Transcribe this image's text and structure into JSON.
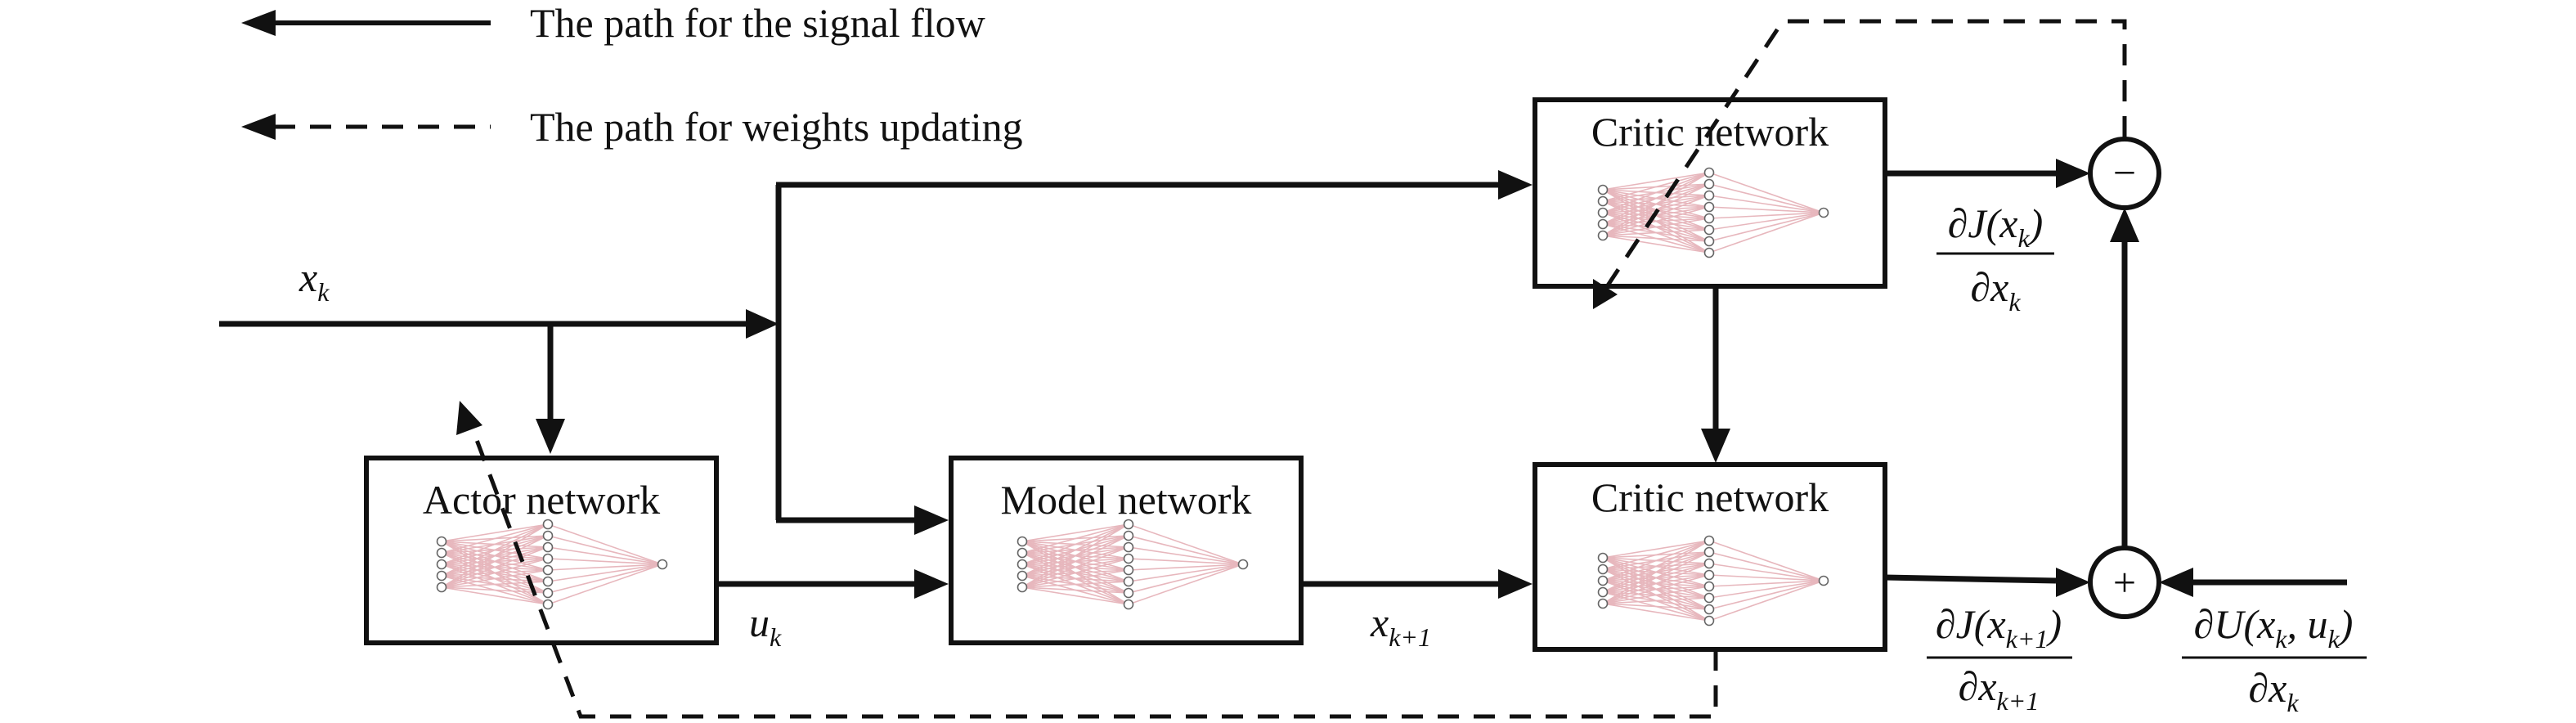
{
  "legend": {
    "signal_flow": "The path for the signal flow",
    "weights_updating": "The path for weights updating"
  },
  "blocks": {
    "actor": "Actor network",
    "model": "Model network",
    "critic_top": "Critic network",
    "critic_bottom": "Critic network"
  },
  "signals": {
    "x_main": "x",
    "x_sub": "k",
    "u_main": "u",
    "u_sub": "k",
    "xk1_main": "x",
    "xk1_sub": "k+1"
  },
  "derivatives": {
    "top": {
      "num_a": "∂J(x",
      "num_sub": "k",
      "num_b": ")",
      "den_a": "∂x",
      "den_sub": "k"
    },
    "mid": {
      "num_a": "∂J(x",
      "num_sub": "k+1",
      "num_b": ")",
      "den_a": "∂x",
      "den_sub": "k+1"
    },
    "right": {
      "num_a": "∂U(x",
      "num_sub1": "k",
      "num_b": ", u",
      "num_sub2": "k",
      "num_c": ")",
      "den_a": "∂x",
      "den_sub": "k"
    }
  },
  "operators": {
    "minus": "−",
    "plus": "+"
  },
  "colors": {
    "line": "#111111",
    "net_edge": "#e7b7bd",
    "net_node": "#666666"
  }
}
